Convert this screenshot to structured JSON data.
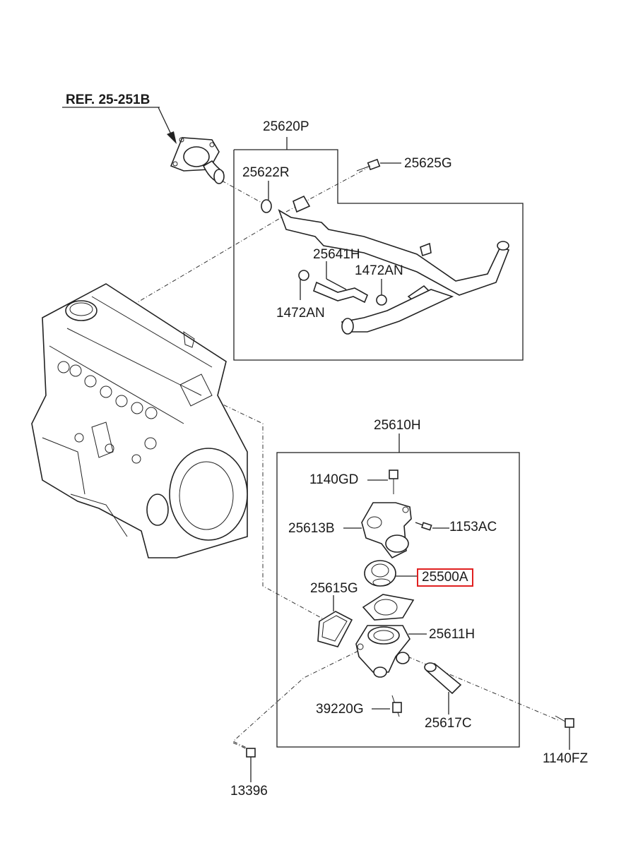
{
  "labels": {
    "ref": "REF. 25-251B",
    "p25620P": "25620P",
    "p25625G": "25625G",
    "p25622R": "25622R",
    "p25641H": "25641H",
    "p1472AN_a": "1472AN",
    "p1472AN_b": "1472AN",
    "p25610H": "25610H",
    "p1140GD": "1140GD",
    "p25613B": "25613B",
    "p1153AC": "1153AC",
    "p25500A": "25500A",
    "p25615G": "25615G",
    "p25611H": "25611H",
    "p39220G": "39220G",
    "p25617C": "25617C",
    "p1140FZ": "1140FZ",
    "p13396": "13396"
  },
  "highlight_color": "#e02020"
}
